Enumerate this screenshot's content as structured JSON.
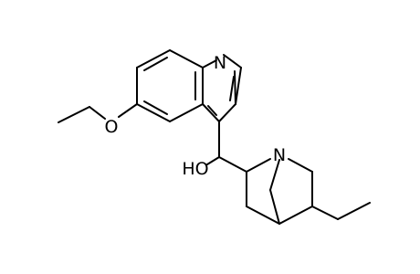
{
  "molecule": {
    "atom_labels": {
      "quinoline_n": "N",
      "ether_o": "O",
      "hydroxyl": "HO",
      "bridgehead_n": "N"
    },
    "colors": {
      "bond": "#000000",
      "label": "#000000",
      "background": "#ffffff"
    }
  }
}
